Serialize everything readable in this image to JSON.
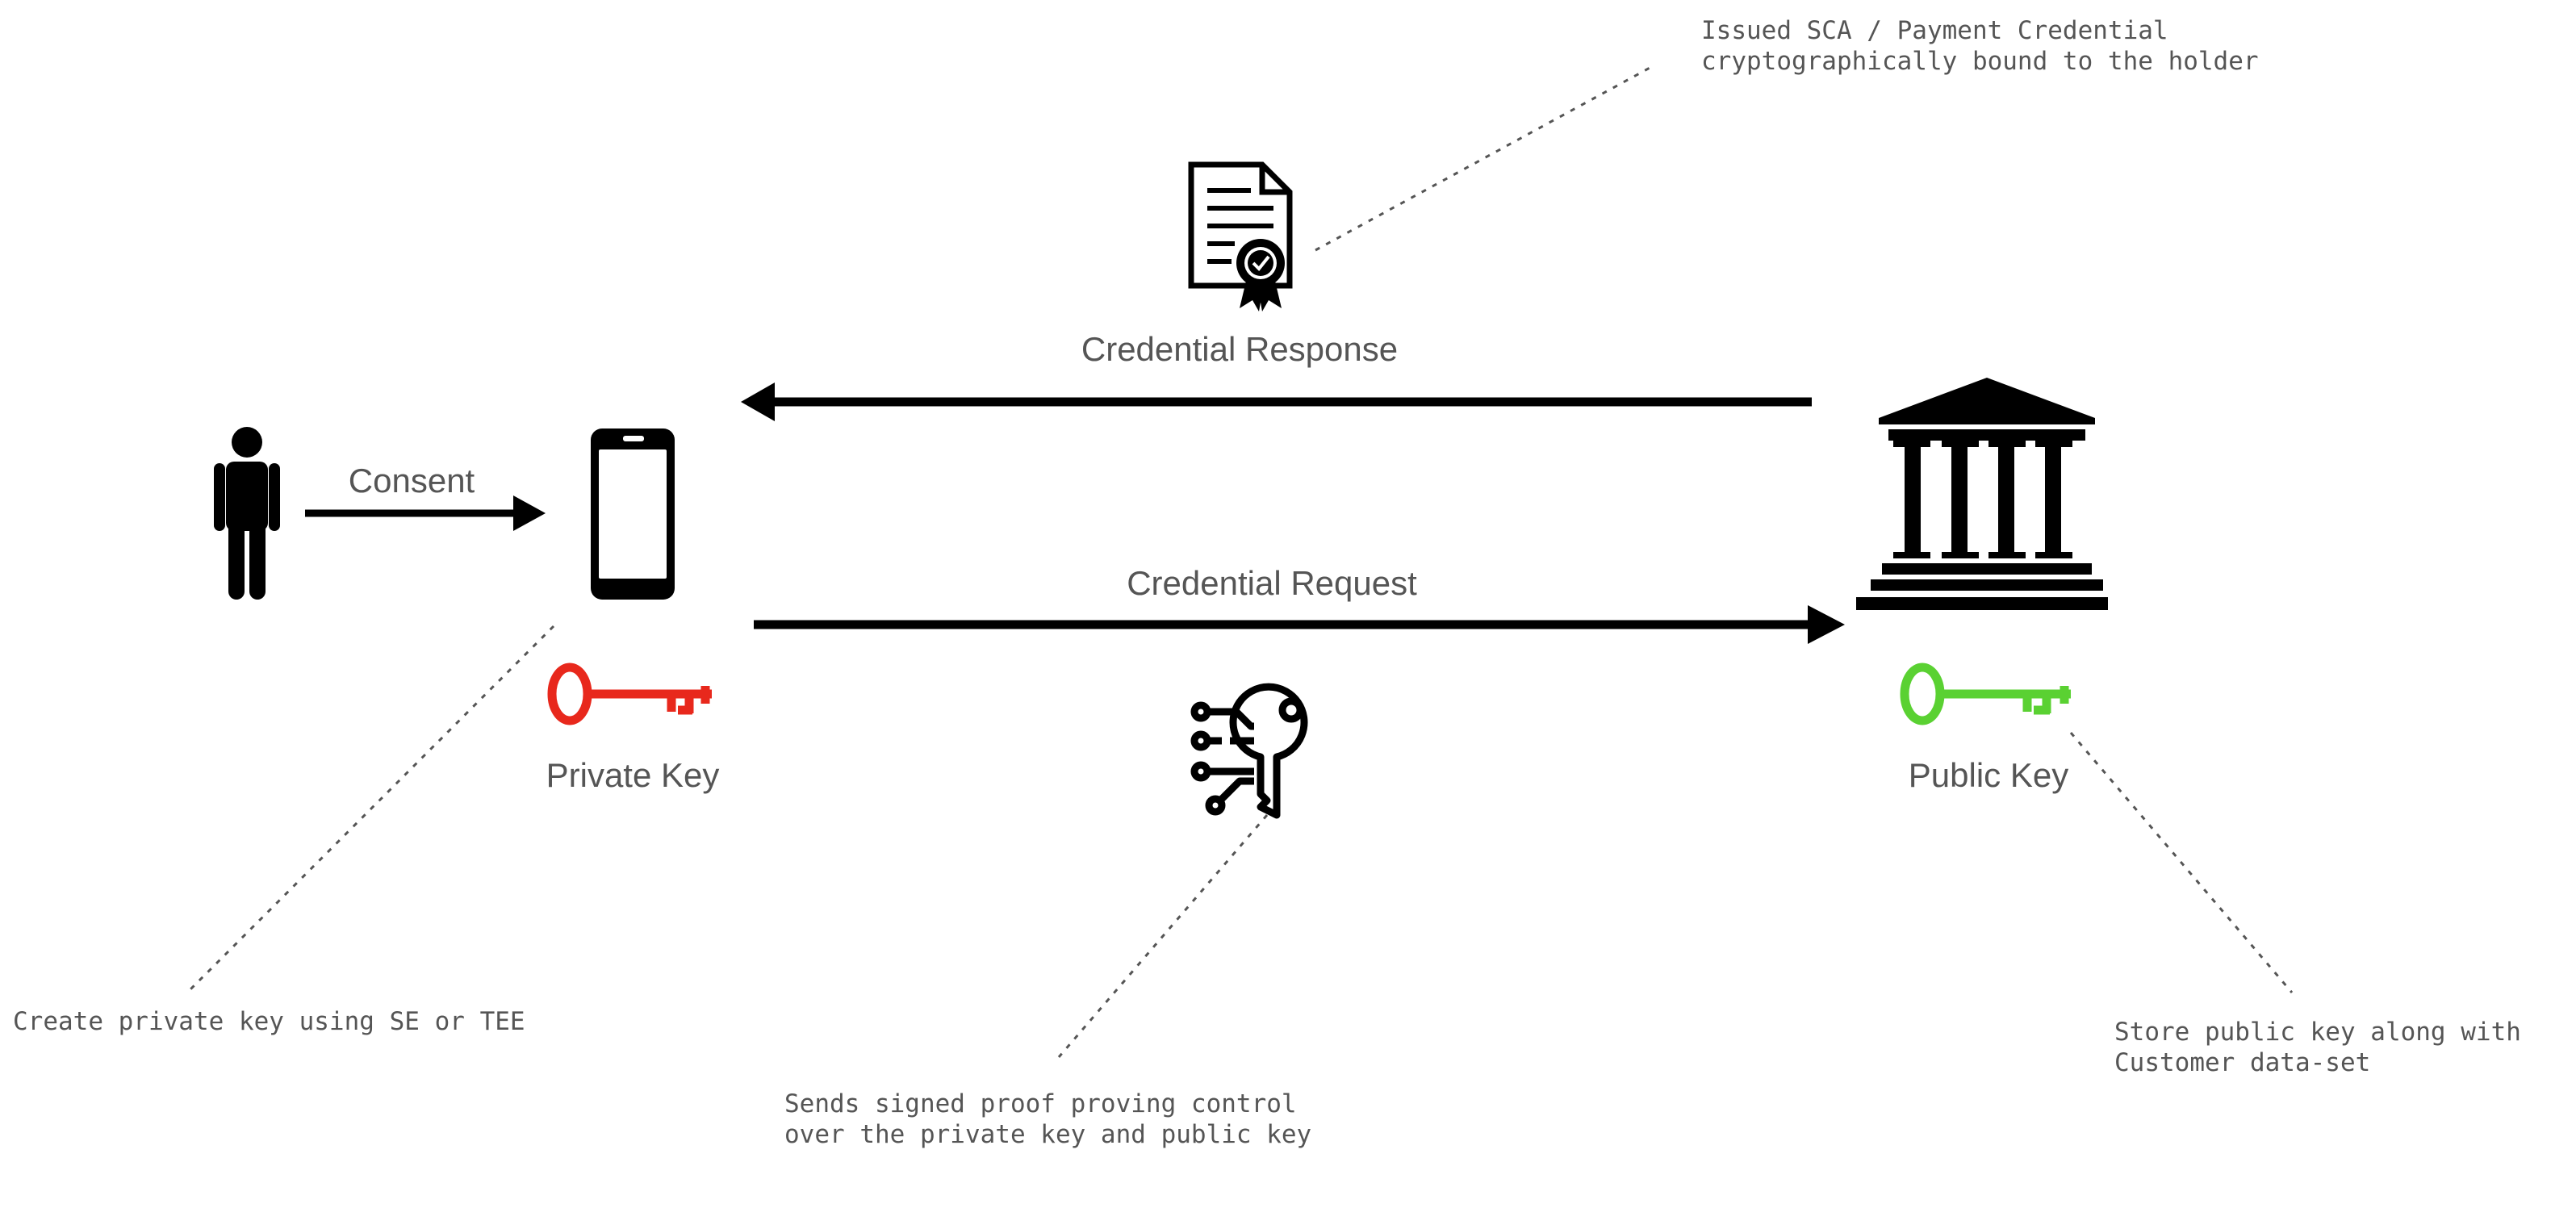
{
  "labels": {
    "consent": "Consent",
    "credential_response": "Credential Response",
    "credential_request": "Credential Request",
    "private_key": "Private Key",
    "public_key": "Public Key"
  },
  "notes": {
    "issued_line1": "Issued SCA / Payment Credential",
    "issued_line2": "cryptographically bound to the holder",
    "create_key": "Create private key using SE or TEE",
    "signed_line1": "Sends signed proof proving control",
    "signed_line2": "over the private key and public key",
    "store_line1": "Store public key along with",
    "store_line2": "Customer data-set"
  },
  "icons": {
    "person": "person-icon",
    "phone": "smartphone-icon",
    "certificate": "certificate-icon",
    "bank": "bank-icon",
    "private_key": "key-icon",
    "public_key": "key-icon",
    "signed_proof": "digital-key-icon"
  },
  "colors": {
    "private_key": "#e8281c",
    "public_key": "#5ad132",
    "ink": "#000000",
    "text": "#555555"
  }
}
